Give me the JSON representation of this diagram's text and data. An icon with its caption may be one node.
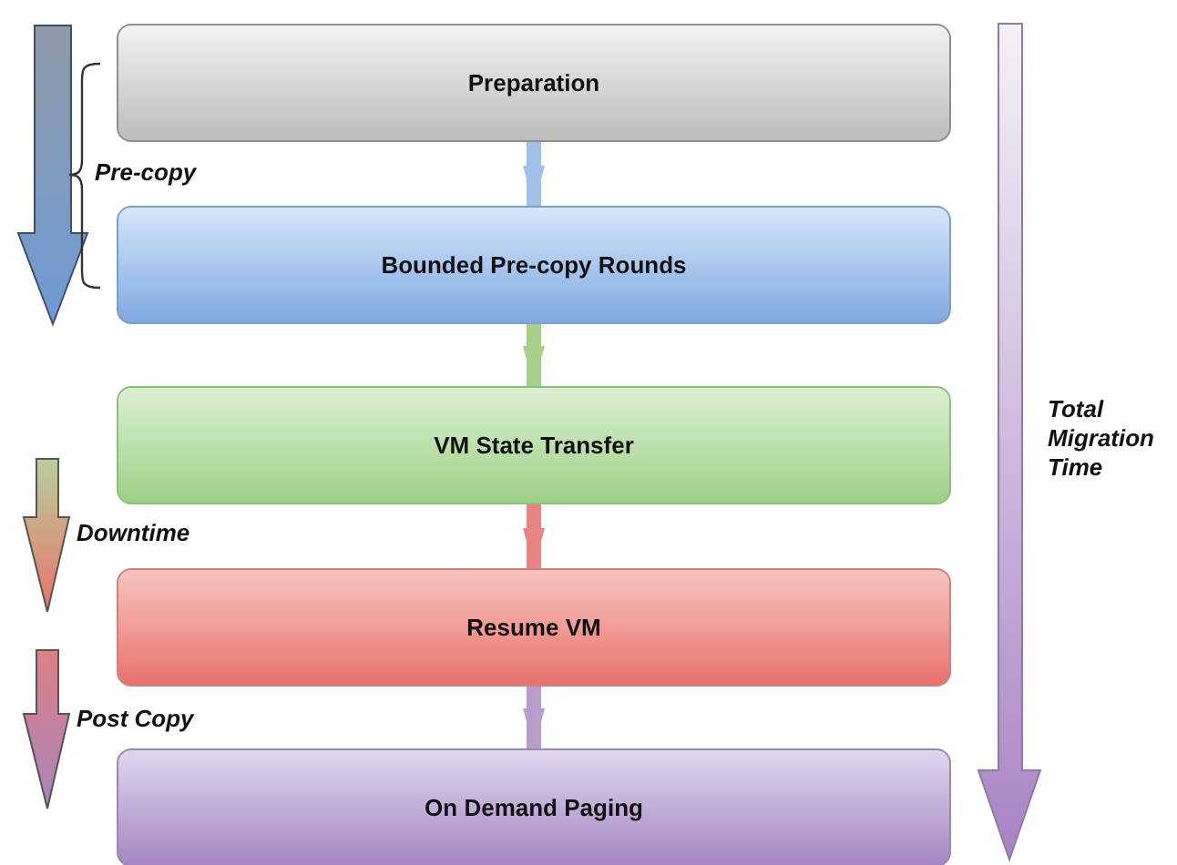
{
  "diagram": {
    "nodes": [
      {
        "text": [
          "Preparation"
        ]
      },
      {
        "text": [
          "Bounded Pre-copy Rounds"
        ]
      },
      {
        "text": [
          "VM State Transfer"
        ]
      },
      {
        "text": [
          "Resume VM"
        ]
      },
      {
        "text": [
          "On Demand Paging"
        ]
      }
    ],
    "edges": [
      {
        "from": 0,
        "to": 1,
        "arrow": "to",
        "color": "#9fc0e8"
      },
      {
        "from": 1,
        "to": 2,
        "arrow": "to",
        "color": "#a8d08d"
      },
      {
        "from": 2,
        "to": 3,
        "arrow": "to",
        "color": "#e8847f"
      },
      {
        "from": 3,
        "to": 4,
        "arrow": "to",
        "color": "#b79ccc"
      }
    ],
    "labels": [
      "Pre-copy",
      "Total Migration Time",
      "Downtime",
      "Post Copy"
    ]
  }
}
